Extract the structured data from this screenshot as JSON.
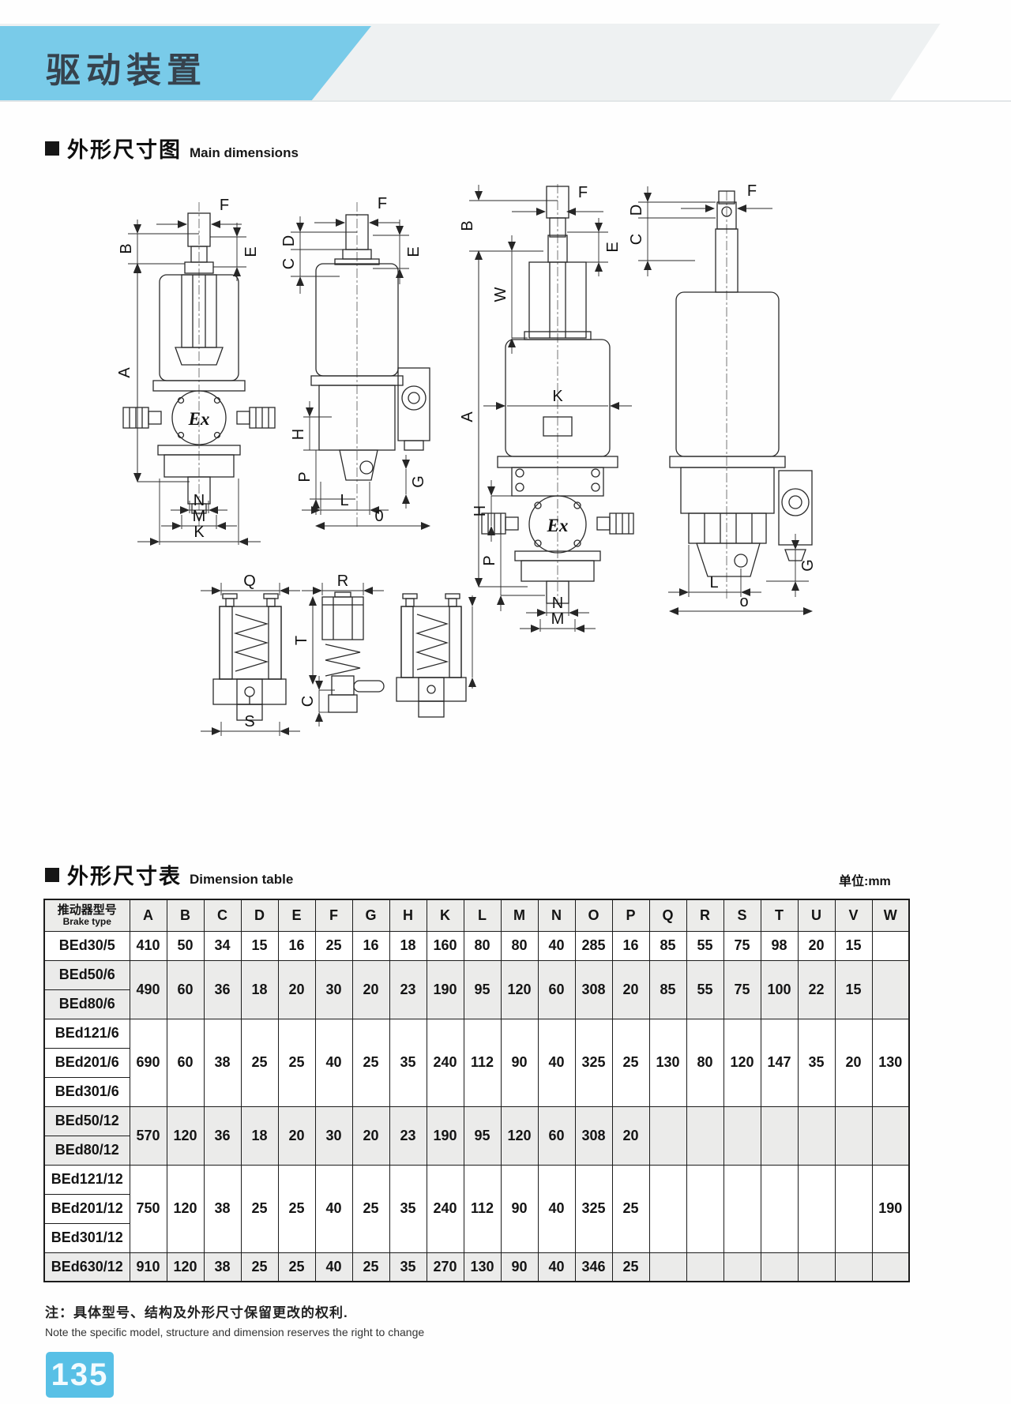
{
  "page": {
    "banner_title": "驱动装置",
    "page_number": "135"
  },
  "sections": {
    "drawing": {
      "title_zh": "外形尺寸图",
      "title_en": "Main dimensions"
    },
    "table": {
      "title_zh": "外形尺寸表",
      "title_en": "Dimension table",
      "unit_label": "单位:mm"
    }
  },
  "drawing_labels": {
    "A": "A",
    "B": "B",
    "C": "C",
    "D": "D",
    "E": "E",
    "F": "F",
    "G": "G",
    "H": "H",
    "K": "K",
    "L": "L",
    "M": "M",
    "N": "N",
    "O2": "0",
    "o4": "o",
    "P": "P",
    "Q": "Q",
    "R": "R",
    "S": "S",
    "T": "T",
    "W": "W",
    "ex": "Ex"
  },
  "table": {
    "header": {
      "type_zh": "推动器型号",
      "type_en": "Brake type",
      "columns": [
        "A",
        "B",
        "C",
        "D",
        "E",
        "F",
        "G",
        "H",
        "K",
        "L",
        "M",
        "N",
        "O",
        "P",
        "Q",
        "R",
        "S",
        "T",
        "U",
        "V",
        "W"
      ]
    },
    "groups": [
      {
        "types": [
          "BEd30/5"
        ],
        "shaded": false,
        "values": [
          "410",
          "50",
          "34",
          "15",
          "16",
          "25",
          "16",
          "18",
          "160",
          "80",
          "80",
          "40",
          "285",
          "16",
          "85",
          "55",
          "75",
          "98",
          "20",
          "15",
          ""
        ]
      },
      {
        "types": [
          "BEd50/6",
          "BEd80/6"
        ],
        "shaded": true,
        "values": [
          "490",
          "60",
          "36",
          "18",
          "20",
          "30",
          "20",
          "23",
          "190",
          "95",
          "120",
          "60",
          "308",
          "20",
          "85",
          "55",
          "75",
          "100",
          "22",
          "15",
          ""
        ]
      },
      {
        "types": [
          "BEd121/6",
          "BEd201/6",
          "BEd301/6"
        ],
        "shaded": false,
        "values": [
          "690",
          "60",
          "38",
          "25",
          "25",
          "40",
          "25",
          "35",
          "240",
          "112",
          "90",
          "40",
          "325",
          "25",
          "130",
          "80",
          "120",
          "147",
          "35",
          "20",
          "130"
        ]
      },
      {
        "types": [
          "BEd50/12",
          "BEd80/12"
        ],
        "shaded": true,
        "values": [
          "570",
          "120",
          "36",
          "18",
          "20",
          "30",
          "20",
          "23",
          "190",
          "95",
          "120",
          "60",
          "308",
          "20",
          "",
          "",
          "",
          "",
          "",
          "",
          ""
        ]
      },
      {
        "types": [
          "BEd121/12",
          "BEd201/12",
          "BEd301/12"
        ],
        "shaded": false,
        "values": [
          "750",
          "120",
          "38",
          "25",
          "25",
          "40",
          "25",
          "35",
          "240",
          "112",
          "90",
          "40",
          "325",
          "25",
          "",
          "",
          "",
          "",
          "",
          "",
          "190"
        ]
      },
      {
        "types": [
          "BEd630/12"
        ],
        "shaded": true,
        "values": [
          "910",
          "120",
          "38",
          "25",
          "25",
          "40",
          "25",
          "35",
          "270",
          "130",
          "90",
          "40",
          "346",
          "25",
          "",
          "",
          "",
          "",
          "",
          "",
          ""
        ]
      }
    ]
  },
  "note": {
    "zh": "注：具体型号、结构及外形尺寸保留更改的权利.",
    "en": "Note  the specific model, structure and dimension reserves the right to change"
  }
}
